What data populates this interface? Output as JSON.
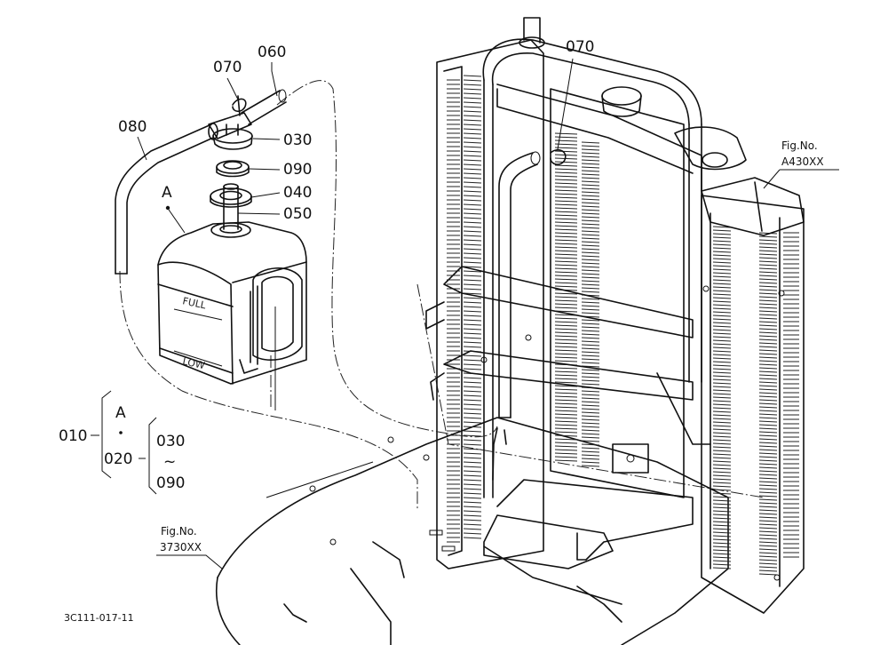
{
  "callouts": {
    "c060": "060",
    "c070_left": "070",
    "c070_right": "070",
    "c080": "080",
    "c030": "030",
    "c090": "090",
    "c040": "040",
    "c050": "050",
    "point_a": "A"
  },
  "tank": {
    "full_mark": "FULL",
    "low_mark": "LOW"
  },
  "legend": {
    "assembly": "010",
    "ref_a": "A",
    "subassembly": "020",
    "range_start": "030",
    "range_tilde": "~",
    "range_end": "090"
  },
  "references": {
    "radiator_fig_label": "Fig.No.",
    "radiator_fig_code": "A430XX",
    "frame_fig_label": "Fig.No.",
    "frame_fig_code": "3730XX"
  },
  "drawing_id": "3C111-017-11"
}
